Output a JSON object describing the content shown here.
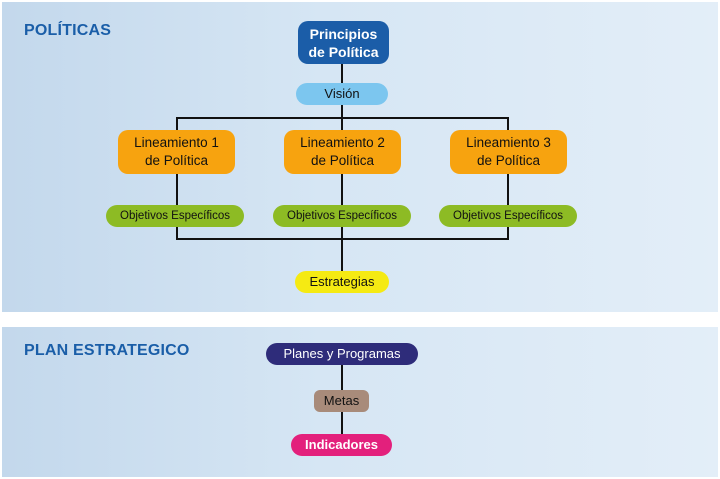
{
  "sections": {
    "politicas": "POLÍTICAS",
    "plan_estrategico": "PLAN ESTRATEGICO"
  },
  "nodes": {
    "principios": [
      "Principios",
      "de Política"
    ],
    "vision": "Visión",
    "lineamientos": [
      [
        "Lineamiento 1",
        "de Política"
      ],
      [
        "Lineamiento 2",
        "de Política"
      ],
      [
        "Lineamiento 3",
        "de Política"
      ]
    ],
    "objetivos": [
      "Objetivos Específicos",
      "Objetivos Específicos",
      "Objetivos Específicos"
    ],
    "estrategias": "Estrategias",
    "planes": "Planes y Programas",
    "metas": "Metas",
    "indicadores": "Indicadores"
  },
  "colors": {
    "principios": "#1b5da8",
    "vision": "#7cc6ef",
    "lineamiento": "#f7a30f",
    "objetivos": "#8dbb24",
    "estrategias": "#f5ea13",
    "planes": "#2e2c7a",
    "metas": "#a88b7a",
    "indicadores": "#e3207c",
    "section_title": "#1a5ea8"
  }
}
